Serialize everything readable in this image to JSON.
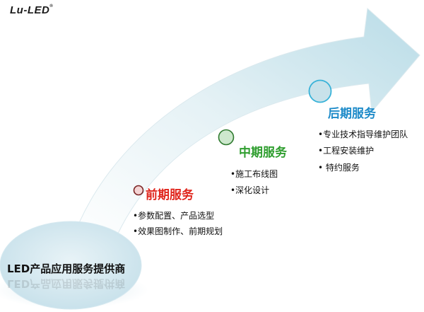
{
  "logo": {
    "text": "Lu-LED",
    "mark": "®"
  },
  "provider": {
    "label": "LED产品应用服务提供商"
  },
  "phases": [
    {
      "title": "前期服务",
      "color": "#e0261d",
      "dot_fill": "#f4d4d4",
      "dot_stroke": "#7a2323",
      "items": [
        "•参数配置、产品选型",
        "•效果图制作、前期规划"
      ]
    },
    {
      "title": "中期服务",
      "color": "#2f9e2f",
      "dot_fill": "#cde8cd",
      "dot_stroke": "#2f7a2f",
      "items": [
        "•施工布线图",
        "•深化设计"
      ]
    },
    {
      "title": "后期服务",
      "color": "#1e8bc9",
      "dot_fill": "#c8e2ea",
      "dot_stroke": "#38b2d8",
      "items": [
        "•专业技术指导维护团队",
        "•工程安装维护",
        "•  特约服务"
      ]
    }
  ],
  "colors": {
    "arrow_light": "#dcedf2",
    "arrow_dark": "#a9d3e0",
    "ellipse": "#cfe5ee"
  }
}
